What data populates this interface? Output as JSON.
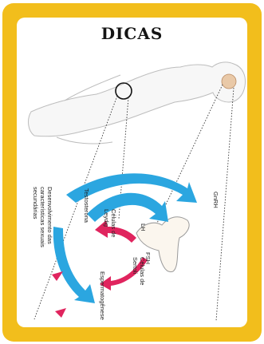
{
  "title": "DICAS",
  "labels": {
    "gnrh": "GnRH",
    "lh": "LH",
    "fsh": "FSH",
    "leydig": [
      "Células de",
      "Leydig"
    ],
    "sertoli": [
      "Células de",
      "Sertoli"
    ],
    "testosterone": "Testosterona",
    "secondary": [
      "Desenvolvimento das",
      "características sexuais",
      "secundárias"
    ],
    "spermatogenesis": "Espermatogênese"
  },
  "colors": {
    "card_border": "#f2be1c",
    "blue_arrow": "#2ba6e0",
    "pink_arrow": "#e0245e",
    "gland": "#e9c9a8"
  }
}
